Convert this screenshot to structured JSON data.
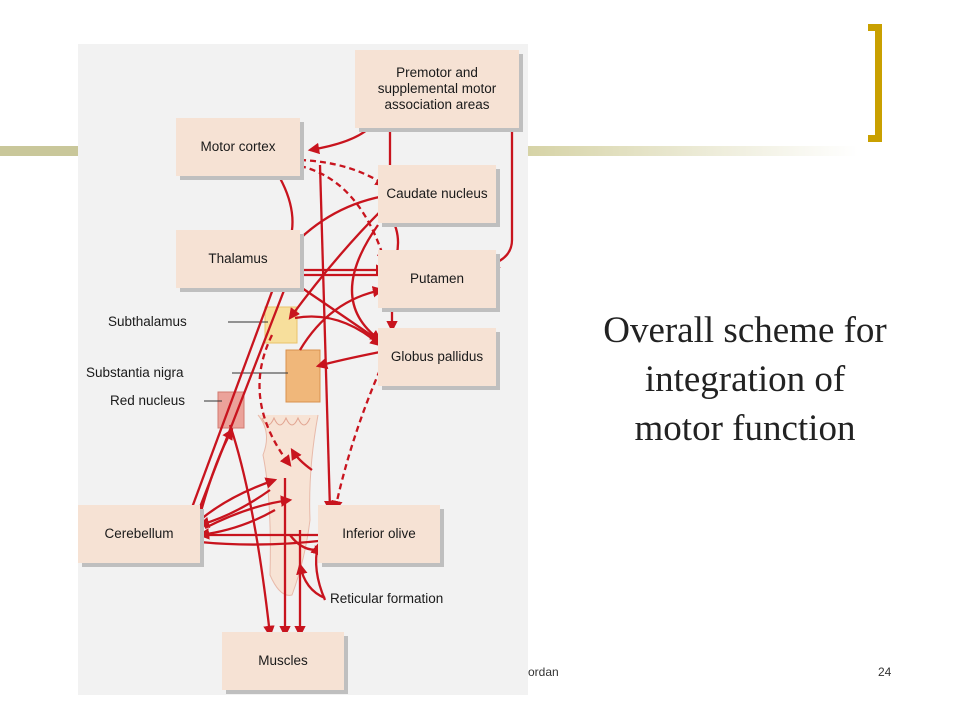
{
  "diagram": {
    "boxes": {
      "premotor": "Premotor and supplemental motor association areas",
      "motor_cortex": "Motor cortex",
      "caudate": "Caudate nucleus",
      "thalamus": "Thalamus",
      "putamen": "Putamen",
      "globus": "Globus pallidus",
      "cerebellum": "Cerebellum",
      "inferior_olive": "Inferior olive",
      "muscles": "Muscles"
    },
    "labels": {
      "subthalamus": "Subthalamus",
      "substantia_nigra": "Substantia nigra",
      "red_nucleus": "Red nucleus",
      "reticular_formation": "Reticular formation"
    },
    "colors": {
      "arrow": "#c8141e",
      "box_fill": "#f6e2d4",
      "subthalamus_fill": "#f7df9c",
      "substantia_nigra_fill": "#f0b77a",
      "red_nucleus_fill": "#eba29a",
      "accent_bracket": "#c9a000"
    }
  },
  "slide": {
    "title_line1": "Overall scheme for",
    "title_line2": "integration of",
    "title_line3": "motor function",
    "footer_author": "ordan",
    "page_number": "24"
  }
}
